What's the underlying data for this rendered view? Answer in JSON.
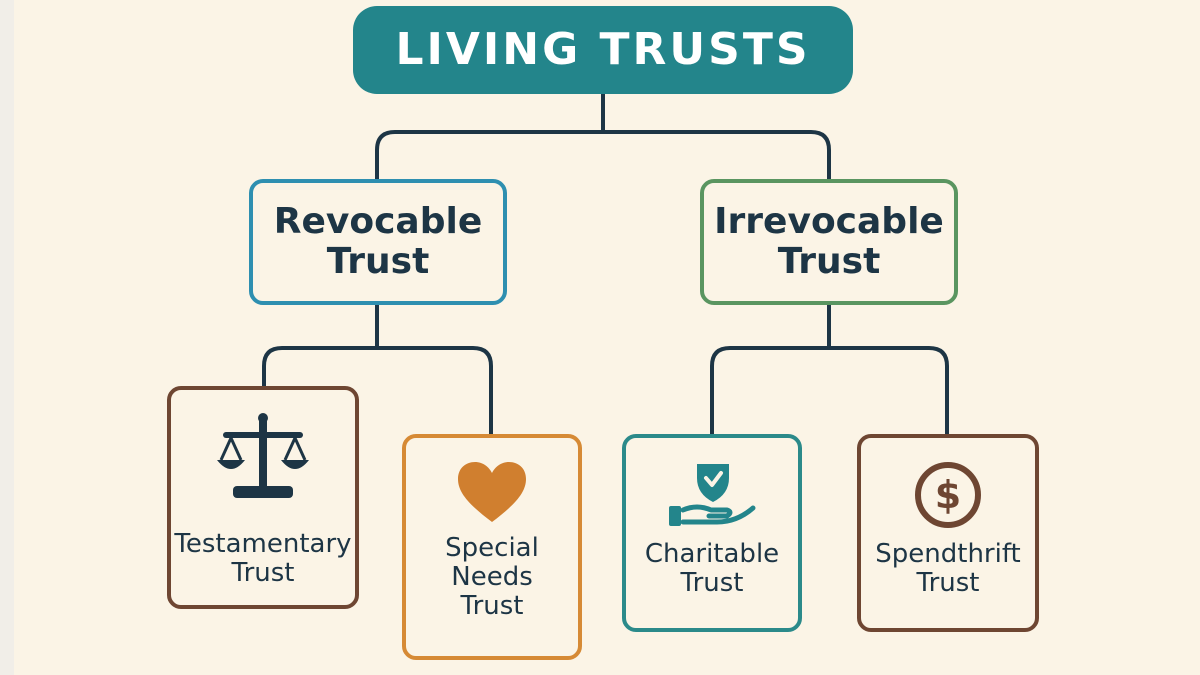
{
  "title": "LIVING TRUSTS",
  "branches": {
    "revocable": {
      "line1": "Revocable",
      "line2": "Trust",
      "children": {
        "testamentary": {
          "line1": "Testamentary",
          "line2": "Trust",
          "icon": "scales-icon"
        },
        "special_needs": {
          "line1": "Special",
          "line2": "Needs",
          "line3": "Trust",
          "icon": "heart-icon"
        }
      }
    },
    "irrevocable": {
      "line1": "Irrevocable",
      "line2": "Trust",
      "children": {
        "charitable": {
          "line1": "Charitable",
          "line2": "Trust",
          "icon": "hand-heart-icon"
        },
        "spendthrift": {
          "line1": "Spendthrift",
          "line2": "Trust",
          "icon": "dollar-coin-icon"
        }
      }
    }
  },
  "colors": {
    "title_bg": "#23858b",
    "line": "#1d3545",
    "revocable_border": "#2e8fb0",
    "irrevocable_border": "#5a9560",
    "brown_border": "#6e4632",
    "orange_border": "#d68a35",
    "teal_border": "#2b8a8a",
    "heart": "#d07f2f",
    "background": "#fbf4e6"
  }
}
